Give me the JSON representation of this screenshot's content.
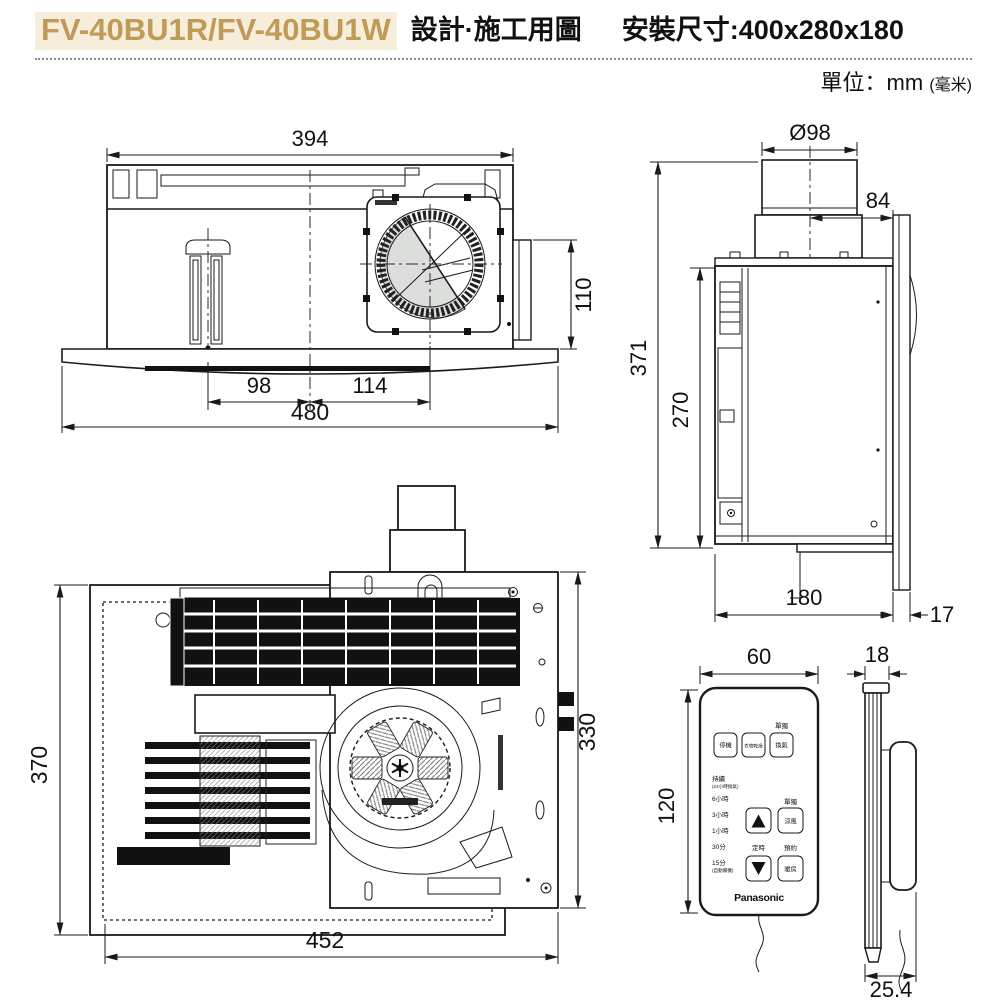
{
  "header": {
    "model": "FV-40BU1R/FV-40BU1W",
    "doc_title": "設計·施工用圖",
    "install_size": "安裝尺寸:400x280x180",
    "unit_label": "單位：mm",
    "unit_label_small": "(毫米)",
    "accent_text_color": "#bf9b57",
    "accent_bg_color": "#f6edda"
  },
  "front_view": {
    "dims": {
      "body_width": "394",
      "duct_drop": "110",
      "left_center_offset": "98",
      "fan_center_offset": "114",
      "panel_width": "480"
    }
  },
  "side_view": {
    "dims": {
      "duct_diameter": "Ø98",
      "duct_center_offset": "84",
      "total_height": "371",
      "body_height": "270",
      "body_depth": "180",
      "panel_thickness": "17"
    }
  },
  "bottom_view": {
    "dims": {
      "panel_depth": "370",
      "chassis_depth": "330",
      "body_width": "452"
    }
  },
  "remote": {
    "dims": {
      "width": "60",
      "height": "120",
      "depth": "18",
      "bottom_depth": "25.4"
    },
    "brand": "Panasonic",
    "top_buttons": [
      {
        "label": "停機"
      },
      {
        "label": "衣物乾燥"
      },
      {
        "label": "換氣",
        "tag": "單獨"
      }
    ],
    "timer_options": [
      "持續",
      "6小時",
      "3小時",
      "1小時",
      "30分",
      "15分"
    ],
    "timer_note_top": "(24小時換氣)",
    "timer_note_bottom": "(自動關機)",
    "up_row": {
      "arrow": "▲",
      "button": "涼風",
      "tag": "單獨"
    },
    "down_row": {
      "label": "定時",
      "arrow": "▼",
      "button": "暖房",
      "tag": "預約"
    }
  }
}
